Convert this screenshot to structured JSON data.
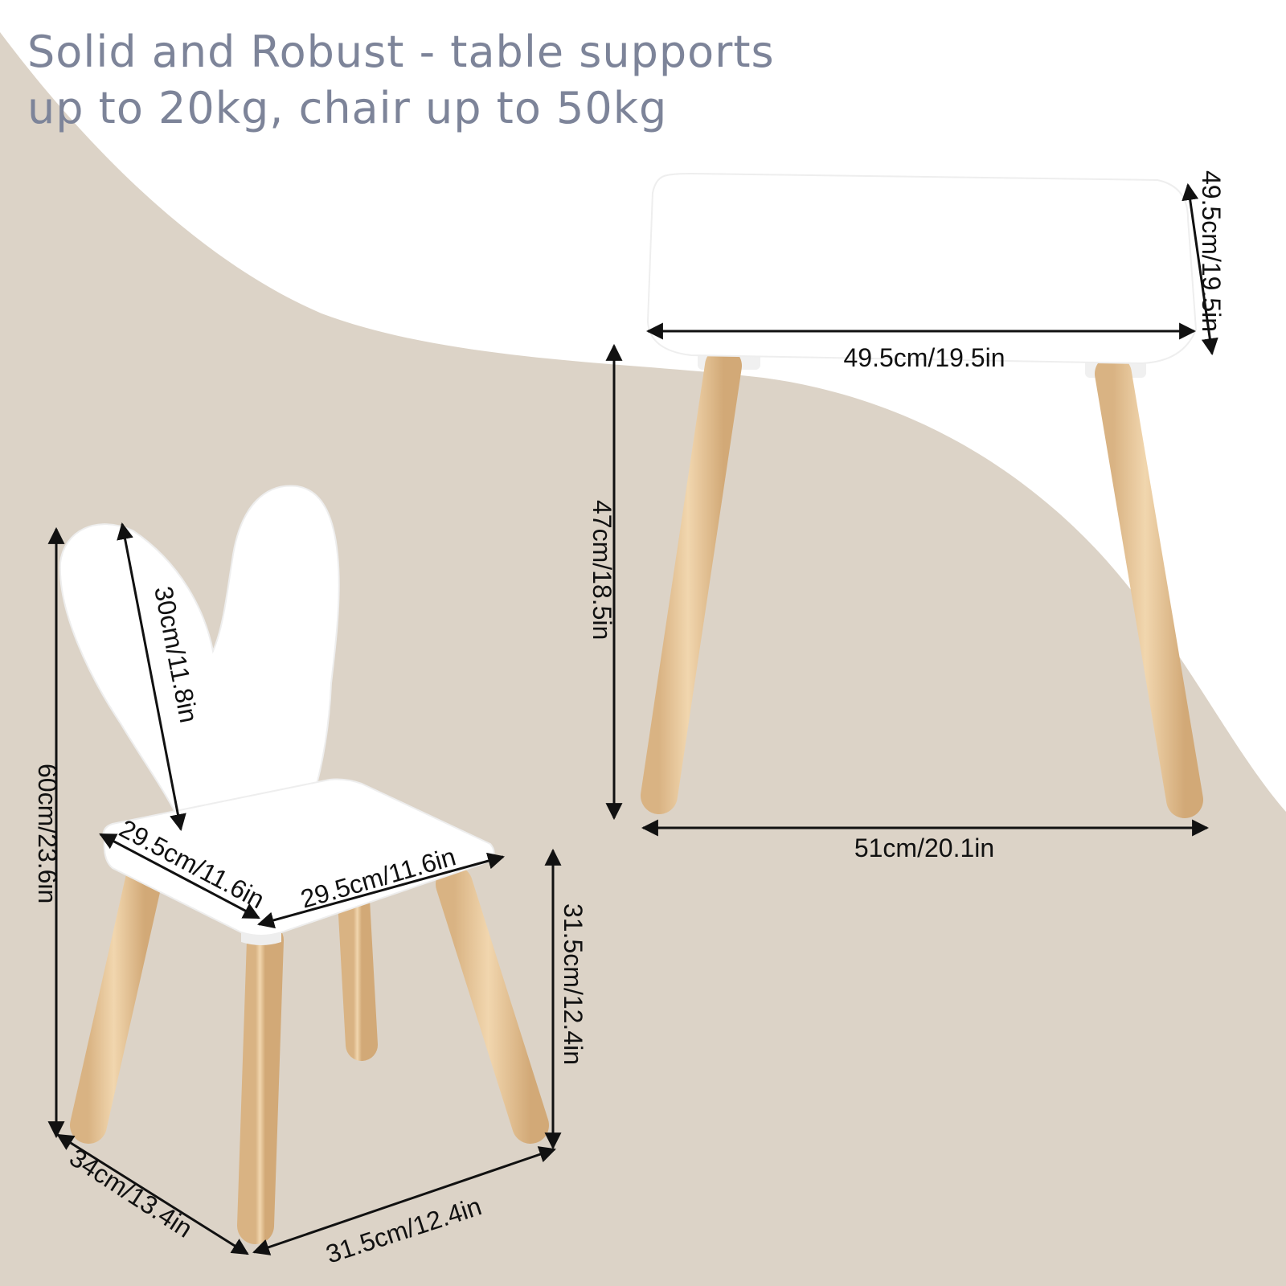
{
  "headline": {
    "line1": "Solid and Robust - table supports",
    "line2": "up to 20kg, chair up to 50kg"
  },
  "table_dimensions": {
    "depth": "49.5cm/19.5in",
    "width": "49.5cm/19.5in",
    "height": "47cm/18.5in",
    "leg_span": "51cm/20.1in"
  },
  "chair_dimensions": {
    "total_height": "60cm/23.6in",
    "backrest_height": "30cm/11.8in",
    "seat_depth": "29.5cm/11.6in",
    "seat_width": "29.5cm/11.6in",
    "seat_height": "31.5cm/12.4in",
    "base_depth": "34cm/13.4in",
    "base_width": "31.5cm/12.4in"
  },
  "colors": {
    "background_beige": "#dcd3c7",
    "headline_text": "#7d8499",
    "furniture_white": "#ffffff",
    "wood": "#e9c99c"
  }
}
